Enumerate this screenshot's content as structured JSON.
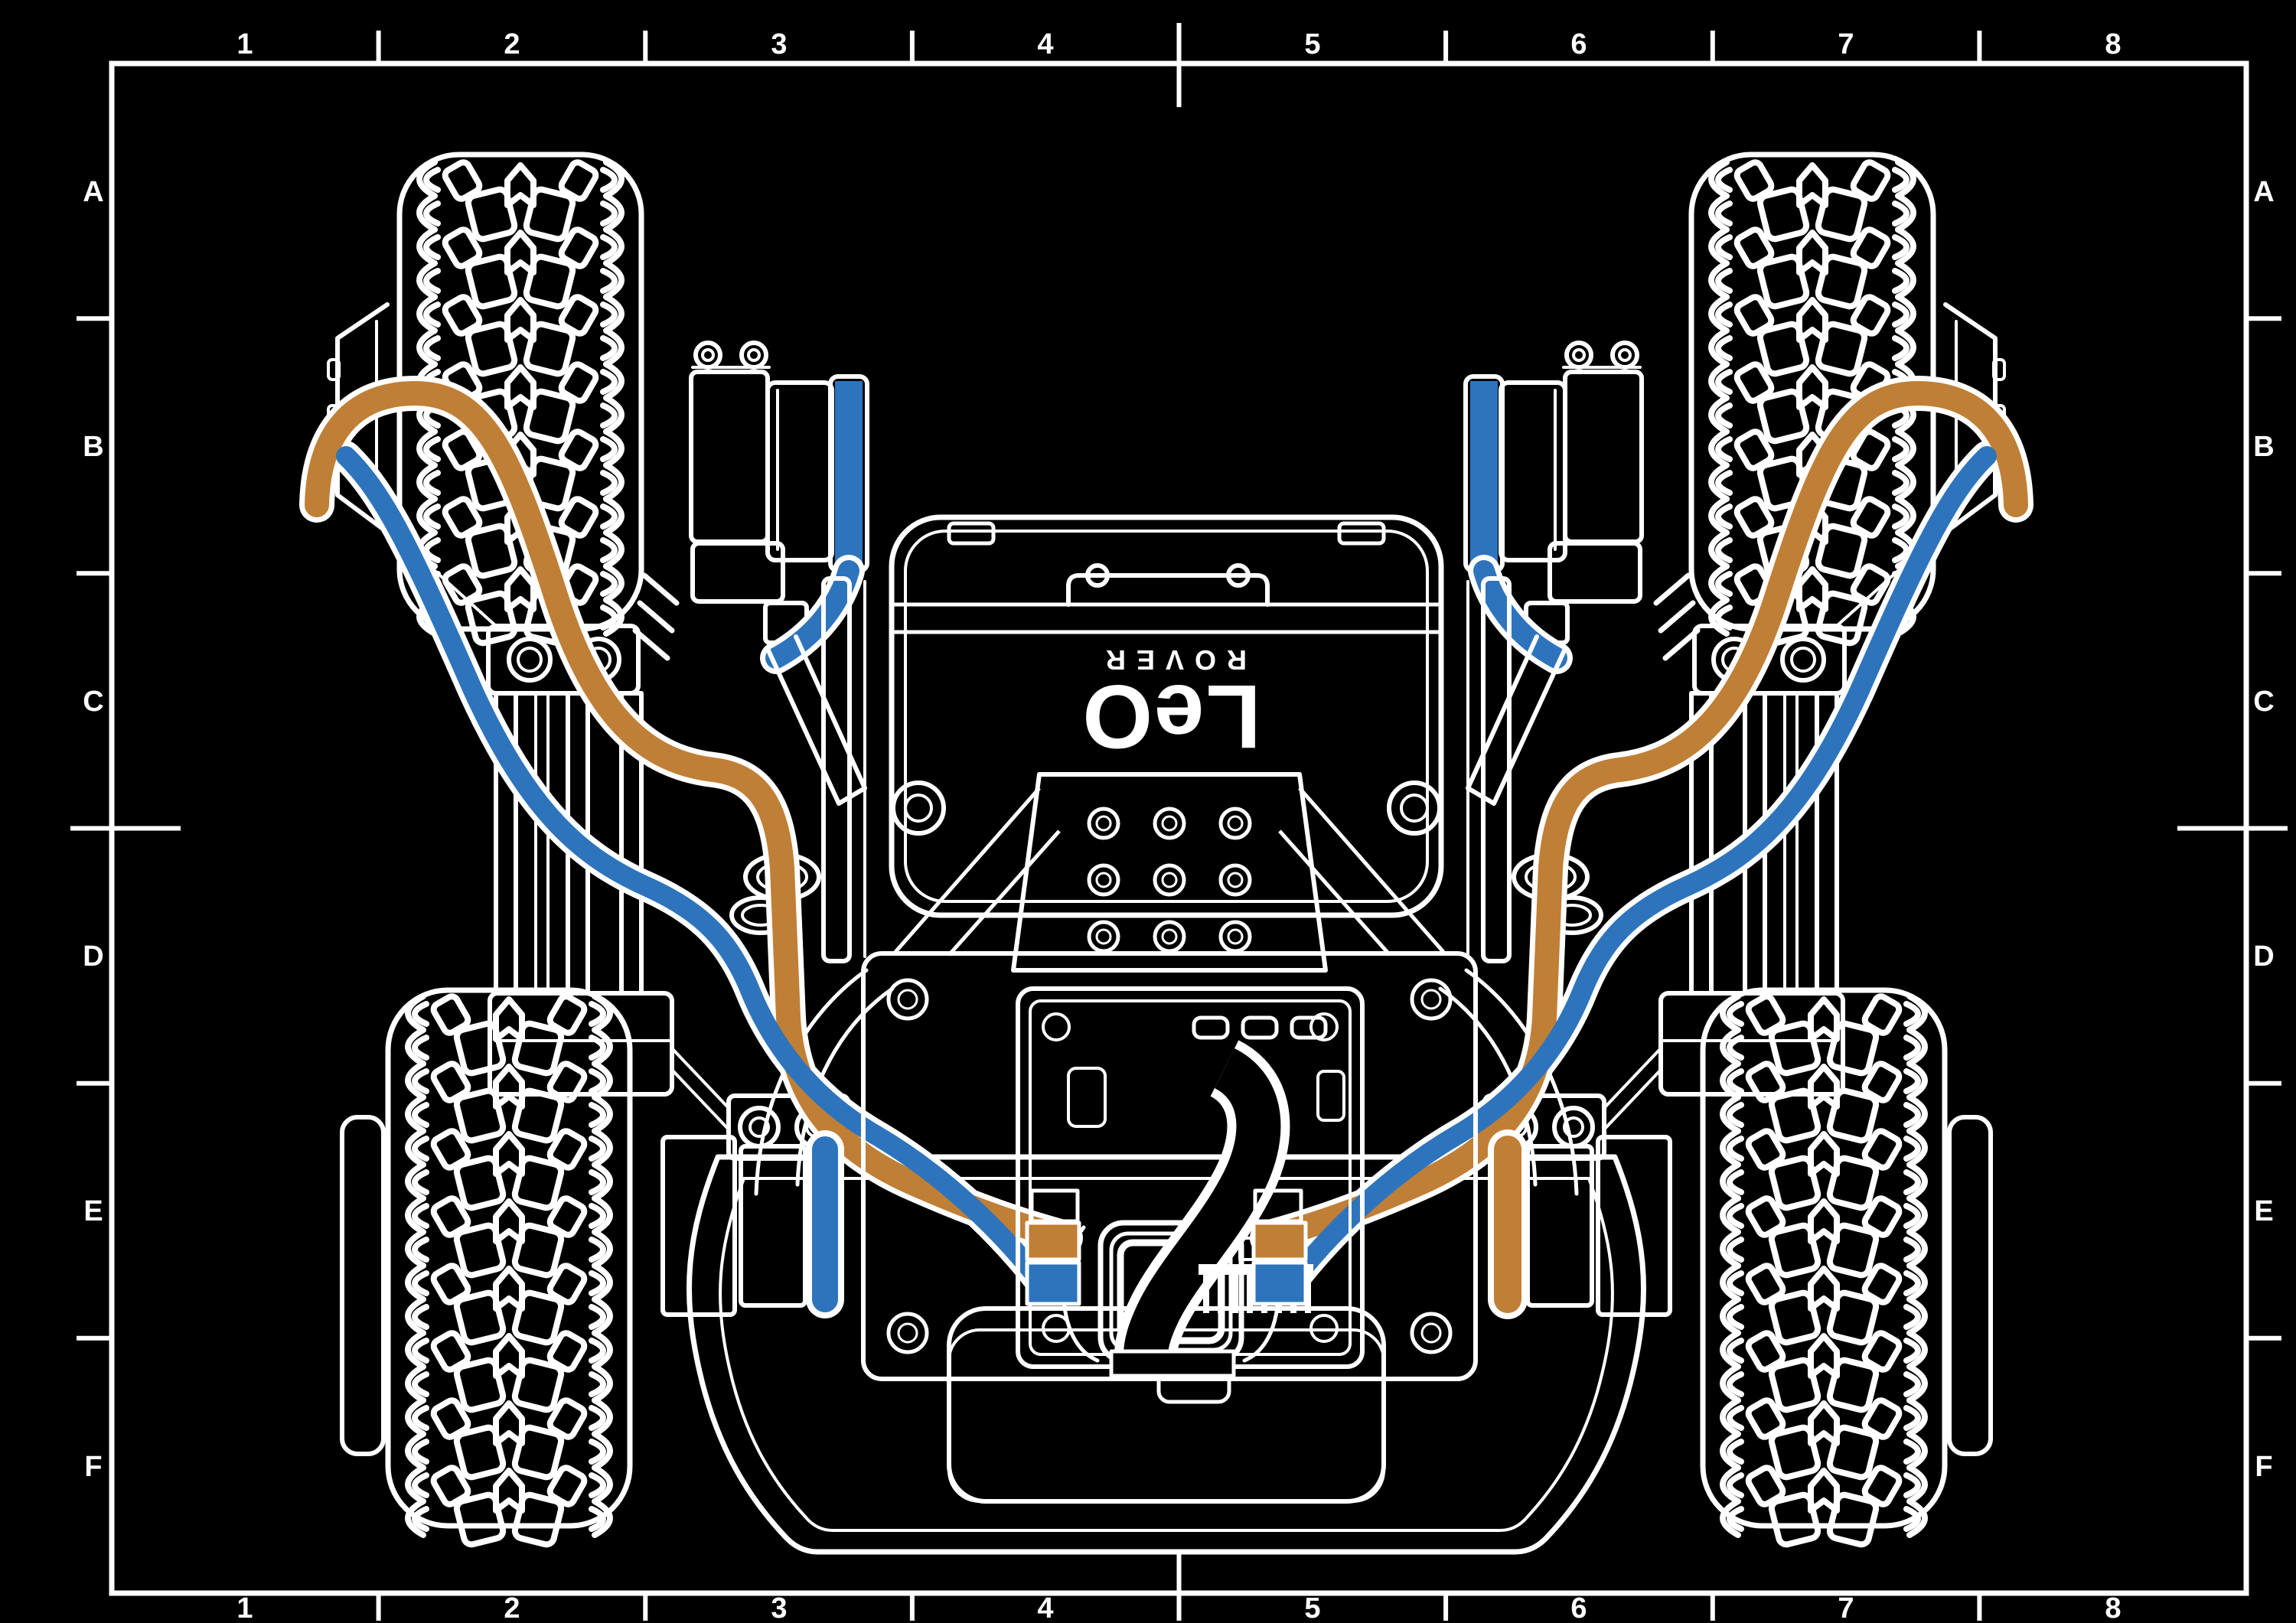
{
  "frame": {
    "columns": [
      "1",
      "2",
      "3",
      "4",
      "5",
      "6",
      "7",
      "8"
    ],
    "rows": [
      "A",
      "B",
      "C",
      "D",
      "E",
      "F"
    ]
  },
  "logo": {
    "main": "LeO",
    "sub": "ROVER"
  },
  "colors": {
    "background": "#000000",
    "line": "#ffffff",
    "cable_blue": "#2e74bd",
    "cable_orange": "#c07f36"
  }
}
